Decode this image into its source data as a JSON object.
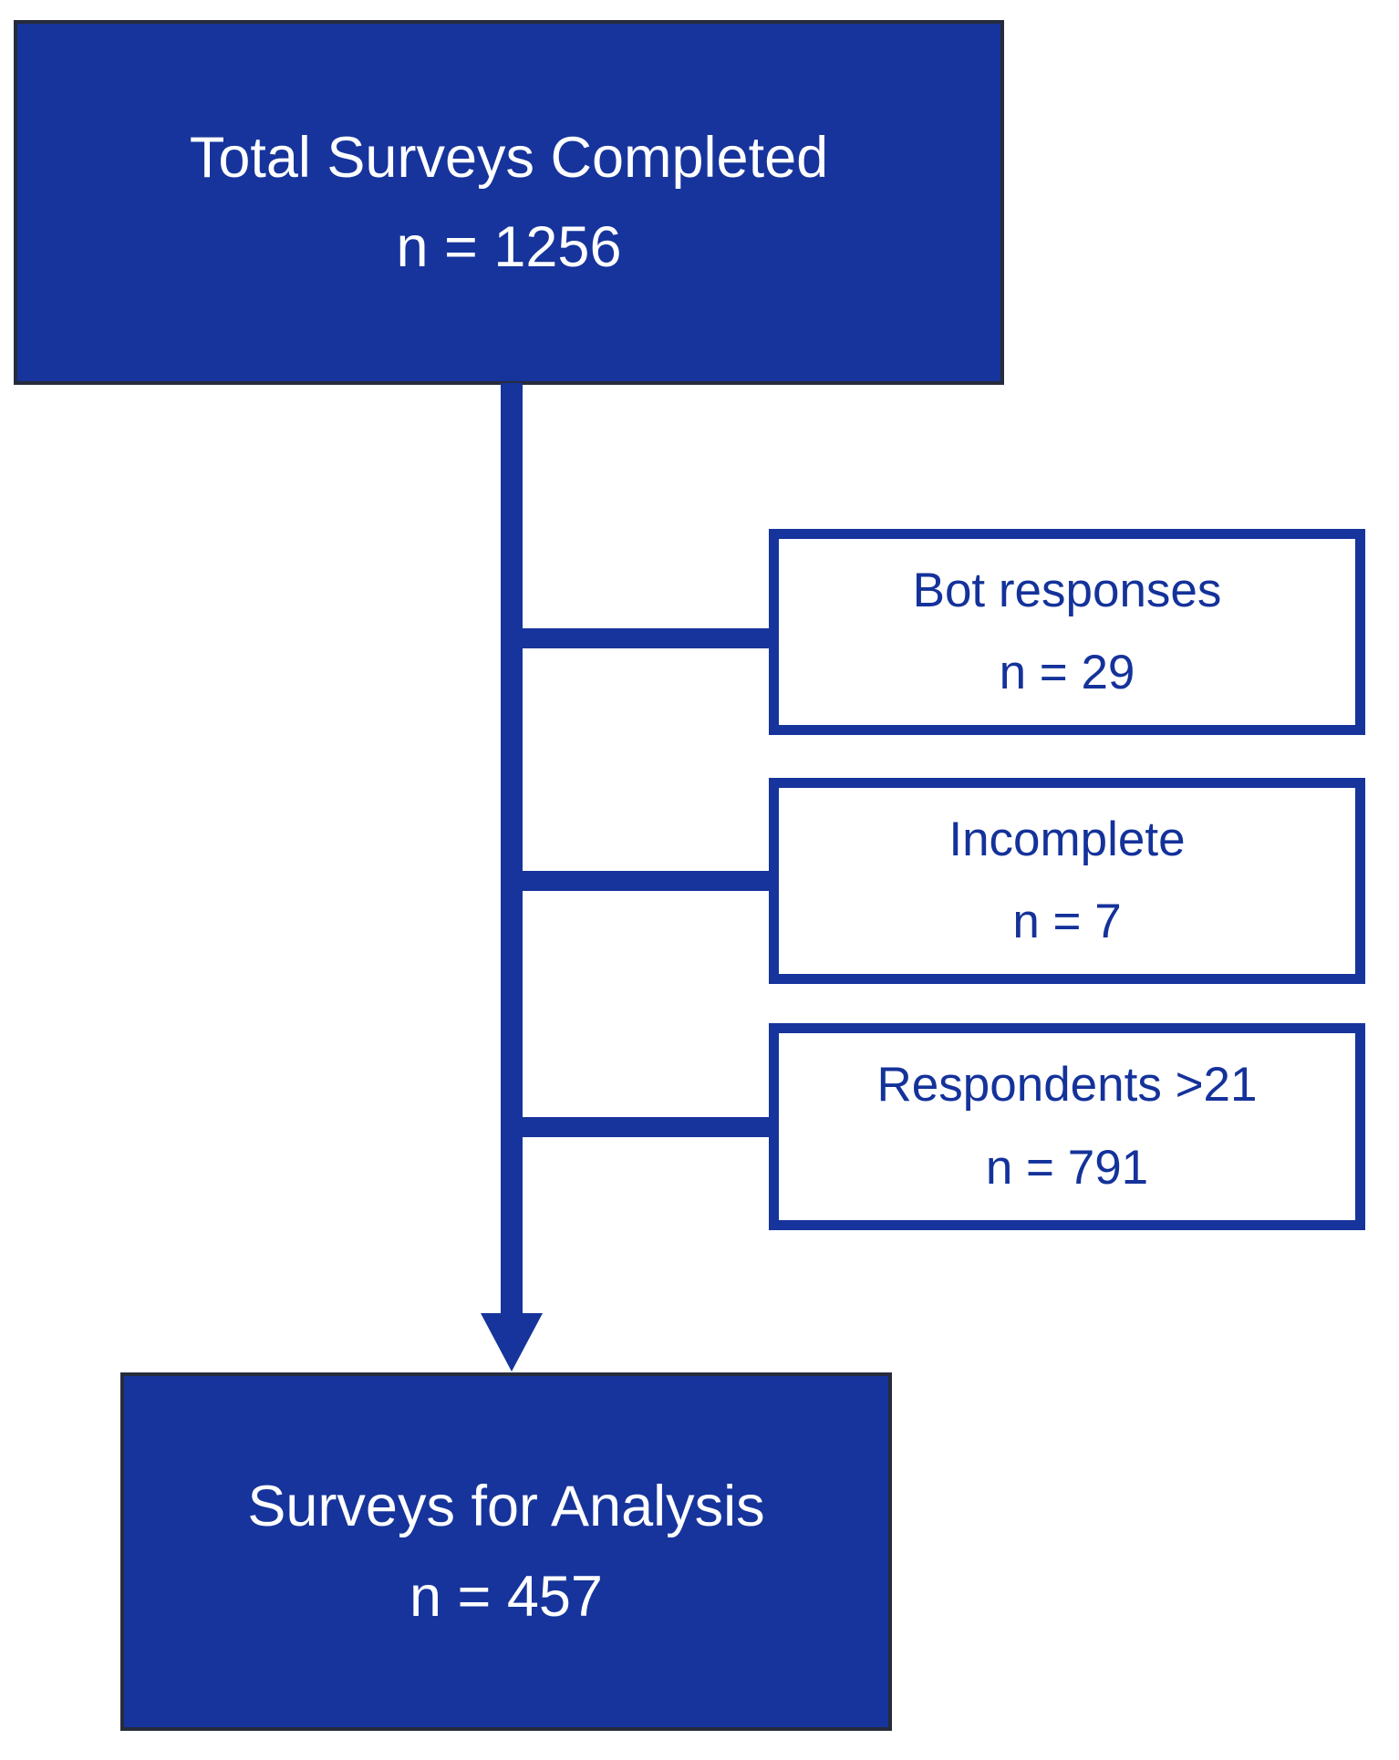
{
  "colors": {
    "accent_blue": "#16349B",
    "filled_box_edge": "#262C3B",
    "text_on_fill": "#FFFFFF",
    "text_on_white": "#14329A",
    "background": "#FFFFFF"
  },
  "flow": {
    "total": {
      "label": "Total Surveys Completed",
      "count": "n = 1256"
    },
    "exclusions": [
      {
        "label": "Bot responses",
        "count": "n = 29"
      },
      {
        "label": "Incomplete",
        "count": "n = 7"
      },
      {
        "label": "Respondents >21",
        "count": "n = 791"
      }
    ],
    "final": {
      "label": "Surveys for Analysis",
      "count": "n = 457"
    }
  }
}
